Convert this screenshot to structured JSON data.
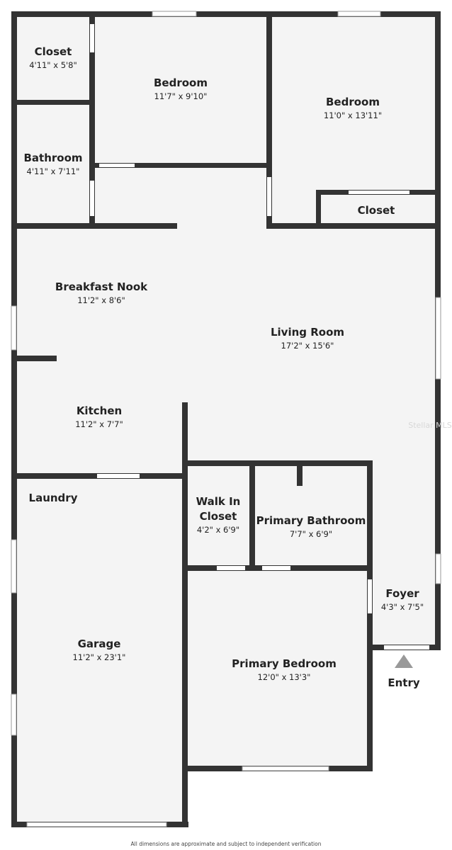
{
  "rooms": {
    "closet_1": {
      "name": "Closet",
      "dims": "4'11\" x 5'8\""
    },
    "bedroom_1": {
      "name": "Bedroom",
      "dims": "11'7\" x 9'10\""
    },
    "bedroom_2": {
      "name": "Bedroom",
      "dims": "11'0\" x 13'11\""
    },
    "bathroom": {
      "name": "Bathroom",
      "dims": "4'11\" x 7'11\""
    },
    "closet_2": {
      "name": "Closet"
    },
    "breakfast_nook": {
      "name": "Breakfast Nook",
      "dims": "11'2\" x 8'6\""
    },
    "living_room": {
      "name": "Living Room",
      "dims": "17'2\" x 15'6\""
    },
    "kitchen": {
      "name": "Kitchen",
      "dims": "11'2\" x 7'7\""
    },
    "laundry": {
      "name": "Laundry"
    },
    "walk_in_closet": {
      "name_line1": "Walk In",
      "name_line2": "Closet",
      "dims": "4'2\" x 6'9\""
    },
    "primary_bathroom": {
      "name": "Primary Bathroom",
      "dims": "7'7\" x 6'9\""
    },
    "foyer": {
      "name": "Foyer",
      "dims": "4'3\" x 7'5\""
    },
    "garage": {
      "name": "Garage",
      "dims": "11'2\" x 23'1\""
    },
    "primary_bedroom": {
      "name": "Primary Bedroom",
      "dims": "12'0\" x 13'3\""
    }
  },
  "entry": {
    "label": "Entry"
  },
  "watermark": "Stellar MLS",
  "footer": "All dimensions are approximate and subject to independent verification",
  "colors": {
    "wall": "#333333",
    "floor": "#f4f4f4",
    "window": "#ffffff",
    "entry_arrow": "#999999"
  }
}
